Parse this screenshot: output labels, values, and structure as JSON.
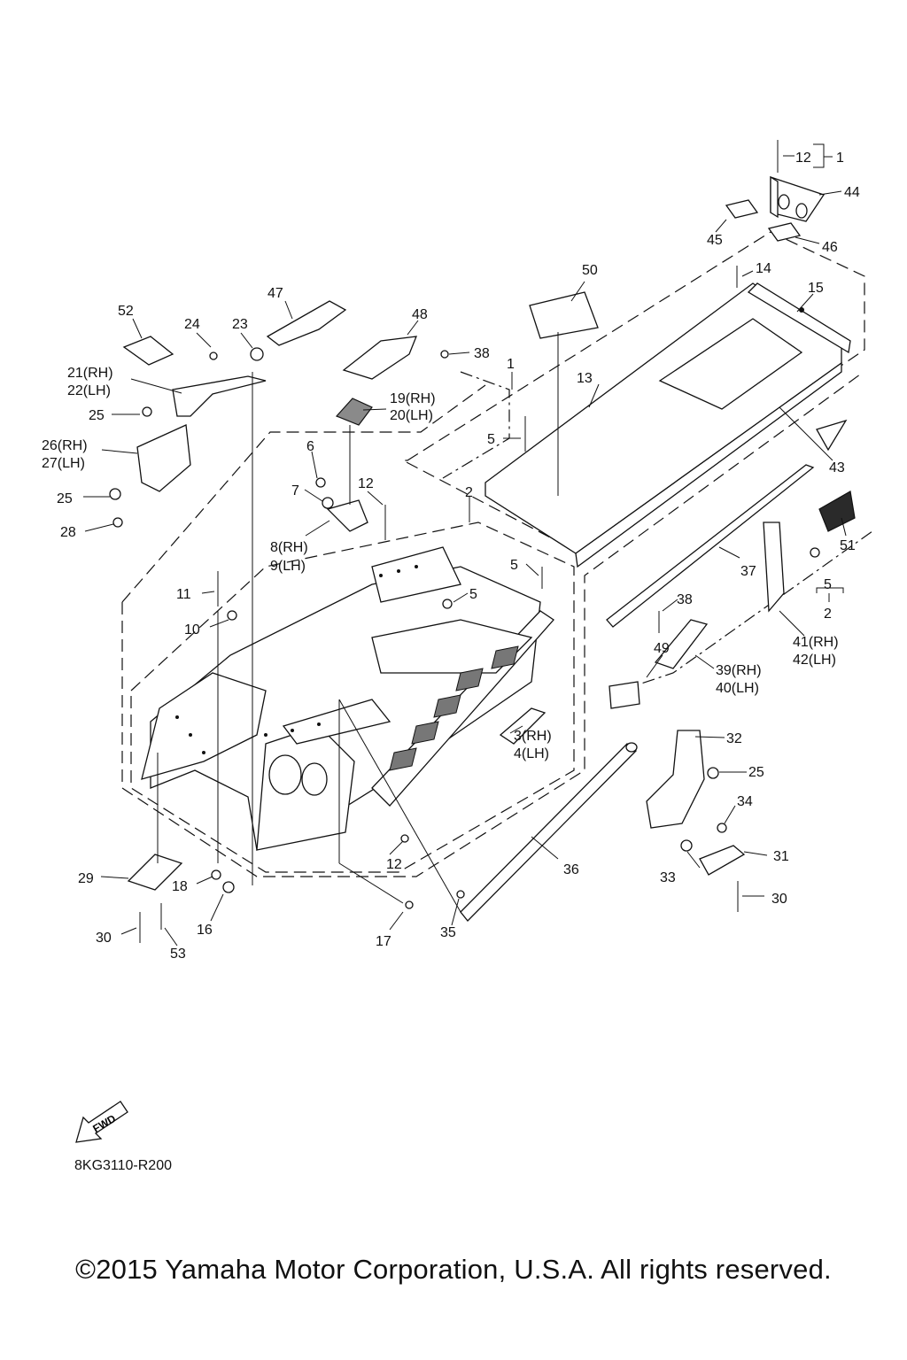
{
  "labels": {
    "p1a": "1",
    "p12a": "12",
    "p44": "44",
    "p45": "45",
    "p46": "46",
    "p14": "14",
    "p15": "15",
    "p50": "50",
    "p47": "47",
    "p48": "48",
    "p52": "52",
    "p24": "24",
    "p23": "23",
    "p38a": "38",
    "p1b": "1",
    "p13": "13",
    "p21": "21(RH)",
    "p22": "22(LH)",
    "p19": "19(RH)",
    "p20": "20(LH)",
    "p25a": "25",
    "p26": "26(RH)",
    "p27": "27(LH)",
    "p6": "6",
    "p5a": "5",
    "p7": "7",
    "p12b": "12",
    "p2a": "2",
    "p43": "43",
    "p25b": "25",
    "p28": "28",
    "p8": "8(RH)",
    "p9": "9(LH)",
    "p51": "51",
    "p5b": "5",
    "p37": "37",
    "p11": "11",
    "p5c": "5",
    "p5d": "5",
    "p2b": "2",
    "p10": "10",
    "p38b": "38",
    "p41": "41(RH)",
    "p42": "42(LH)",
    "p49": "49",
    "p39": "39(RH)",
    "p40": "40(LH)",
    "p32": "32",
    "p3": "3(RH)",
    "p4": "4(LH)",
    "p25c": "25",
    "p34": "34",
    "p36": "36",
    "p29": "29",
    "p12c": "12",
    "p31": "31",
    "p18": "18",
    "p33": "33",
    "p30a": "30",
    "p16": "16",
    "p30b": "30",
    "p35": "35",
    "p17": "17",
    "p53": "53"
  },
  "fwd_label": "FWD",
  "diagram_code": "8KG3110-R200",
  "copyright": "©2015 Yamaha Motor Corporation, U.S.A. All rights reserved."
}
